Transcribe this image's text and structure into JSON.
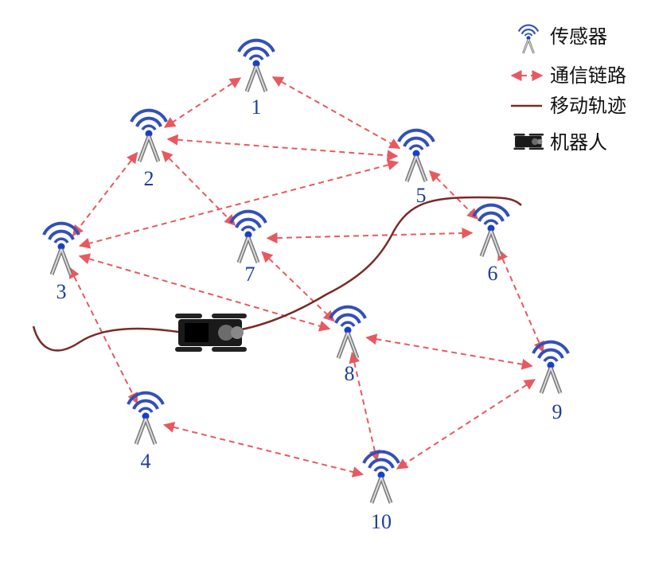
{
  "nodes": [
    {
      "label": "1"
    },
    {
      "label": "2"
    },
    {
      "label": "3"
    },
    {
      "label": "4"
    },
    {
      "label": "5"
    },
    {
      "label": "6"
    },
    {
      "label": "7"
    },
    {
      "label": "8"
    },
    {
      "label": "9"
    },
    {
      "label": "10"
    }
  ],
  "links": [
    [
      "1",
      "2"
    ],
    [
      "1",
      "5"
    ],
    [
      "2",
      "5"
    ],
    [
      "2",
      "3"
    ],
    [
      "2",
      "7"
    ],
    [
      "5",
      "3"
    ],
    [
      "5",
      "6"
    ],
    [
      "7",
      "6"
    ],
    [
      "3",
      "8"
    ],
    [
      "3",
      "4"
    ],
    [
      "7",
      "8"
    ],
    [
      "8",
      "9"
    ],
    [
      "8",
      "10"
    ],
    [
      "4",
      "10"
    ],
    [
      "6",
      "9"
    ],
    [
      "9",
      "10"
    ]
  ],
  "legend": {
    "sensor": "传感器",
    "link": "通信链路",
    "trajectory": "移动轨迹",
    "robot": "机器人"
  },
  "colors": {
    "sensor_arc": "#3350b8",
    "sensor_dot": "#1a3fc8",
    "link": "#e8595f",
    "trajectory": "#7a2a26",
    "robot": "#1a1a1a",
    "label": "#1f3e9c"
  }
}
